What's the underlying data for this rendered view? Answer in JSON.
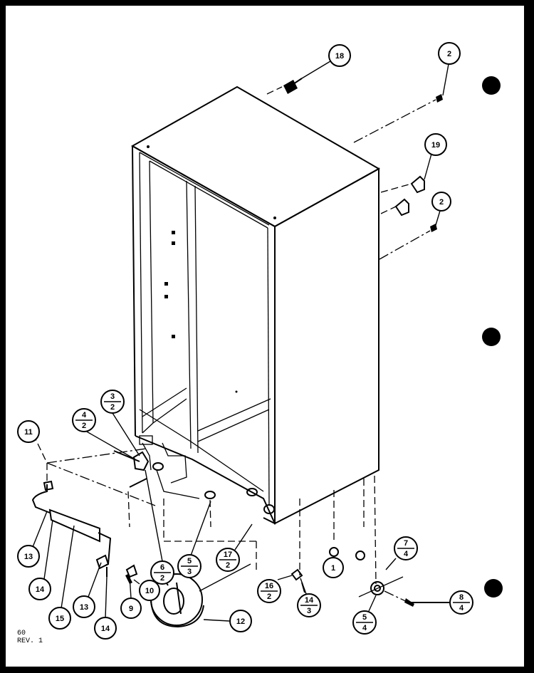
{
  "callouts": {
    "c18": "18",
    "c2_top": "2",
    "c19": "19",
    "c2_mid": "2",
    "c11": "11",
    "c4_2": {
      "num": "4",
      "den": "2"
    },
    "c3_2": {
      "num": "3",
      "den": "2"
    },
    "c13_a": "13",
    "c14_a": "14",
    "c15": "15",
    "c13_b": "13",
    "c14_b": "14",
    "c9": "9",
    "c10": "10",
    "c6_2": {
      "num": "6",
      "den": "2"
    },
    "c5_3": {
      "num": "5",
      "den": "3"
    },
    "c17_2": {
      "num": "17",
      "den": "2"
    },
    "c12": "12",
    "c16_2": {
      "num": "16",
      "den": "2"
    },
    "c14_3": {
      "num": "14",
      "den": "3"
    },
    "c1": "1",
    "c7_4": {
      "num": "7",
      "den": "4"
    },
    "c8_4": {
      "num": "8",
      "den": "4"
    },
    "c5_4": {
      "num": "5",
      "den": "4"
    }
  },
  "revision": {
    "line1": "60",
    "line2": "REV. 1"
  }
}
